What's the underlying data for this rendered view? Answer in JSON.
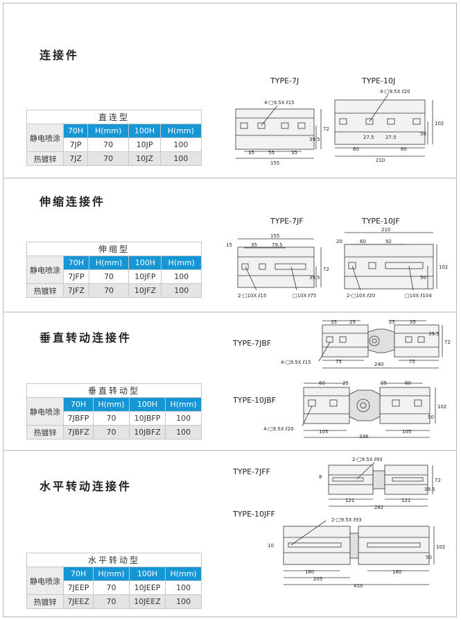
{
  "sections": [
    {
      "title": "连接件",
      "table": {
        "header": "直连型",
        "col_headers": [
          "70H",
          "H(mm)",
          "100H",
          "H(mm)"
        ],
        "rows": [
          {
            "label": "静电喷涂",
            "cells": [
              "7JP",
              "70",
              "10JP",
              "100"
            ]
          },
          {
            "label": "热镀锌",
            "cells": [
              "7JZ",
              "70",
              "10JZ",
              "100"
            ]
          }
        ]
      },
      "diagrams": [
        {
          "type_label": "TYPE-7J",
          "hole_label": "4-□9.5X ℓ15",
          "dims": [
            "72",
            "39.5",
            "35",
            "55",
            "35",
            "155"
          ]
        },
        {
          "type_label": "TYPE-10J",
          "hole_label": "4-□9.5X ℓ20",
          "dims": [
            "102",
            "50",
            "27.5",
            "27.5",
            "60",
            "60",
            "210"
          ]
        }
      ]
    },
    {
      "title": "伸缩连接件",
      "table": {
        "header": "伸缩型",
        "col_headers": [
          "70H",
          "H(mm)",
          "100H",
          "H(mm)"
        ],
        "rows": [
          {
            "label": "静电喷涂",
            "cells": [
              "7JFP",
              "70",
              "10JFP",
              "100"
            ]
          },
          {
            "label": "热镀锌",
            "cells": [
              "7JFZ",
              "70",
              "10JFZ",
              "100"
            ]
          }
        ]
      },
      "diagrams": [
        {
          "type_label": "TYPE-7JF",
          "hole_label": "2-□10X ℓ15",
          "slot_label": "□10X ℓ75",
          "dims": [
            "15",
            "35",
            "79.5",
            "155",
            "72",
            "39.5"
          ]
        },
        {
          "type_label": "TYPE-10JF",
          "hole_label": "2-□10X ℓ20",
          "slot_label": "□10X ℓ104",
          "dims": [
            "20",
            "60",
            "92",
            "210",
            "102",
            "50"
          ]
        }
      ]
    },
    {
      "title": "垂直转动连接件",
      "table": {
        "header": "垂直转动型",
        "col_headers": [
          "70H",
          "H(mm)",
          "100H",
          "H(mm)"
        ],
        "rows": [
          {
            "label": "静电喷涂",
            "cells": [
              "7JBFP",
              "70",
              "10JBFP",
              "100"
            ]
          },
          {
            "label": "热镀锌",
            "cells": [
              "7JBFZ",
              "70",
              "10JBFZ",
              "100"
            ]
          }
        ]
      },
      "diagrams": [
        {
          "type_label": "TYPE-7JBF",
          "hole_label": "4-□9.5X ℓ15",
          "dims": [
            "35",
            "25",
            "25",
            "35",
            "39.5",
            "72",
            "75",
            "240",
            "75"
          ]
        },
        {
          "type_label": "TYPE-10JBF",
          "hole_label": "4-□9.5X ℓ20",
          "dims": [
            "60",
            "25",
            "25",
            "60",
            "102",
            "50",
            "105",
            "336",
            "105"
          ]
        }
      ]
    },
    {
      "title": "水平转动连接件",
      "table": {
        "header": "水平转动型",
        "col_headers": [
          "70H",
          "H(mm)",
          "100H",
          "H(mm)"
        ],
        "rows": [
          {
            "label": "静电喷涂",
            "cells": [
              "7JEEP",
              "70",
              "10JEEP",
              "100"
            ]
          },
          {
            "label": "热镀锌",
            "cells": [
              "7JEEZ",
              "70",
              "10JEEZ",
              "100"
            ]
          }
        ]
      },
      "diagrams": [
        {
          "type_label": "TYPE-7JFF",
          "hole_label": "2-□9.5X ℓ93",
          "dims": [
            "8",
            "72",
            "39.5",
            "121",
            "121",
            "282"
          ]
        },
        {
          "type_label": "TYPE-10JFF",
          "hole_label": "2-□9.5X ℓ93",
          "dims": [
            "10",
            "102",
            "50",
            "180",
            "180",
            "205",
            "410"
          ]
        }
      ]
    }
  ]
}
